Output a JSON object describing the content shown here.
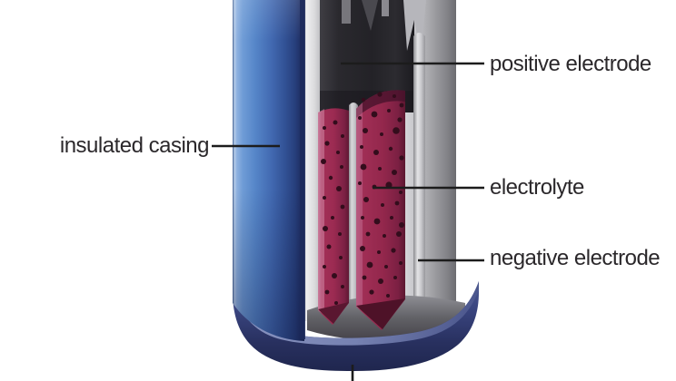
{
  "figure": {
    "description": "cutaway diagram of a dry-cell battery",
    "background": "#ffffff"
  },
  "labels": [
    {
      "id": "insulated-casing",
      "text": "insulated casing"
    },
    {
      "id": "positive-electrode",
      "text": "positive electrode"
    },
    {
      "id": "electrolyte",
      "text": "electrolyte"
    },
    {
      "id": "negative-electrode",
      "text": "negative electrode"
    }
  ],
  "colors": {
    "label_text": "#2b282b",
    "leader_line": "#1c1c1c",
    "casing_blue": "#4a7cc0",
    "casing_cut_edge_navy": "#1d2a5c",
    "metal_gray": "#c6c6ca",
    "positive_electrode_dark": "#232227",
    "electrolyte_crimson": "#9c2b52",
    "electrolyte_spot": "#330d1c",
    "base_navy": "#2c3566",
    "base_lip_periwinkle": "#97a2cc"
  }
}
